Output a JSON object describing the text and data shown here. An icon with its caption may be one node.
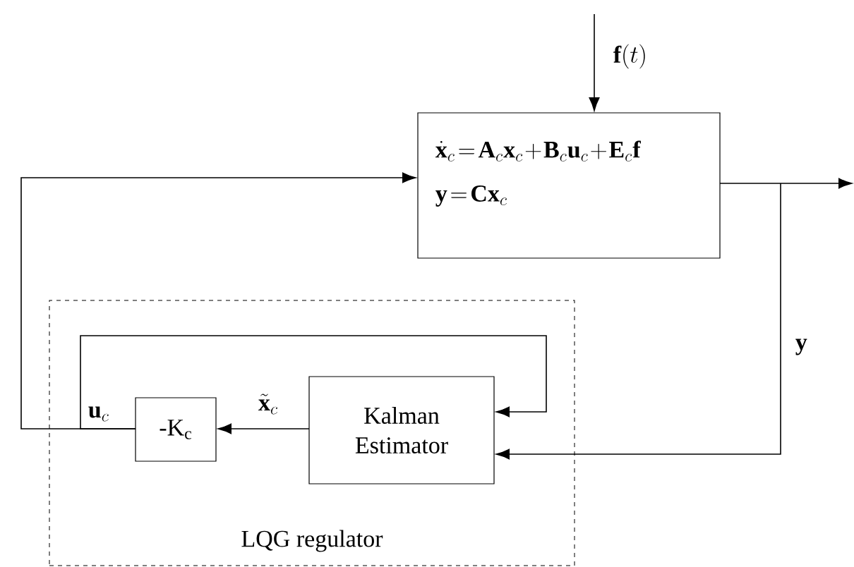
{
  "diagram": {
    "nodes": [
      {
        "text": [
          "LQG regulator"
        ]
      },
      {
        "text": [
          "\\dot{\\mathbf{x}}_c\\!=\\!\\mathbf{A}_c\\mathbf{x}_c\\!+\\!\\mathbf{B}_c\\mathbf{u}_c\\!+\\!\\mathbf{E}_c\\mathbf{f}",
          "\\mathbf{y}\\!=\\!\\mathbf{C}\\mathbf{x}_c"
        ]
      },
      {
        "text": [
          "Kalman Estimator"
        ],
        "in": 0
      },
      {
        "text": [
          "-K$_{c}$"
        ],
        "in": 0
      }
    ],
    "edges": [
      {
        "from": null,
        "to": 1,
        "arrow": "to",
        "label": "\\mathbf{f}(t)"
      },
      {
        "from": 1,
        "to": null,
        "arrow": "to"
      },
      {
        "from": 1,
        "to": 2,
        "arrow": "to",
        "label": "\\mathbf{y}"
      },
      {
        "from": 2,
        "to": 3,
        "arrow": "to",
        "label": "\\tilde{\\mathbf{x}}_c"
      },
      {
        "from": 3,
        "to": 1,
        "arrow": "to",
        "label": "\\mathbf{u}_c"
      },
      {
        "from": 3,
        "to": 2,
        "arrow": "to"
      }
    ]
  }
}
